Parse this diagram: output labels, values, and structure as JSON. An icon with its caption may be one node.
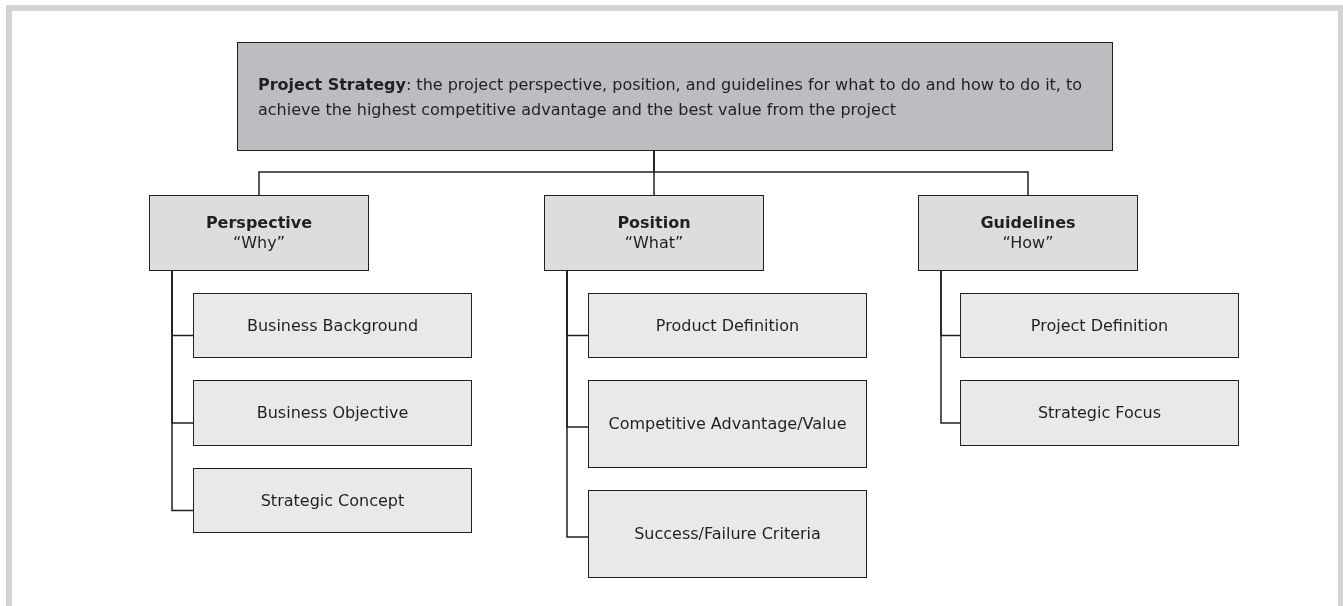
{
  "diagram": {
    "nodes": [
      {
        "text": [
          "**Project Strategy**: the project perspective, position, and guidelines for what to do and how to do it, to achieve the highest competitive advantage and the best value from the project"
        ]
      },
      {
        "text": [
          "Perspective",
          "“Why”"
        ]
      },
      {
        "text": [
          "Position",
          "“What”"
        ]
      },
      {
        "text": [
          "Guidelines",
          "“How”"
        ]
      },
      {
        "text": [
          "Business Background"
        ]
      },
      {
        "text": [
          "Business Objective"
        ]
      },
      {
        "text": [
          "Strategic Concept"
        ]
      },
      {
        "text": [
          "Product Definition"
        ]
      },
      {
        "text": [
          "Competitive Advantage/Value"
        ]
      },
      {
        "text": [
          "Success/Failure Criteria"
        ]
      },
      {
        "text": [
          "Project Definition"
        ]
      },
      {
        "text": [
          "Strategic Focus"
        ]
      }
    ],
    "edges": [
      {
        "from": 0,
        "to": 1,
        "arrow": "none"
      },
      {
        "from": 0,
        "to": 2,
        "arrow": "none"
      },
      {
        "from": 0,
        "to": 3,
        "arrow": "none"
      },
      {
        "from": 1,
        "to": 4,
        "arrow": "none"
      },
      {
        "from": 1,
        "to": 5,
        "arrow": "none"
      },
      {
        "from": 1,
        "to": 6,
        "arrow": "none"
      },
      {
        "from": 2,
        "to": 7,
        "arrow": "none"
      },
      {
        "from": 2,
        "to": 8,
        "arrow": "none"
      },
      {
        "from": 2,
        "to": 9,
        "arrow": "none"
      },
      {
        "from": 3,
        "to": 10,
        "arrow": "none"
      },
      {
        "from": 3,
        "to": 11,
        "arrow": "none"
      }
    ]
  }
}
